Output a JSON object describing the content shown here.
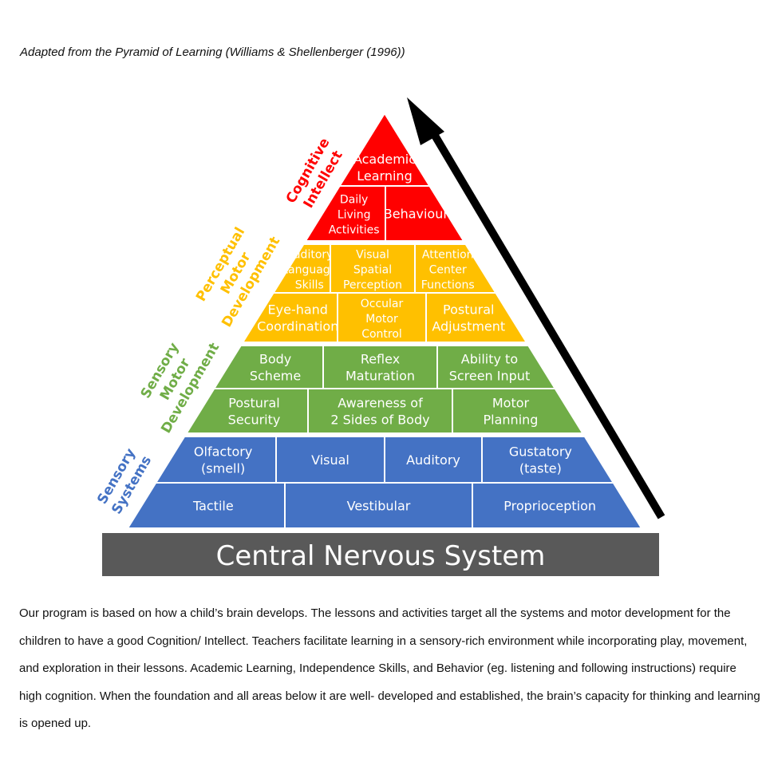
{
  "caption": "Adapted from the Pyramid of Learning (Williams & Shellenberger (1996))",
  "colors": {
    "cognitive": "#ff0000",
    "perceptual": "#ffc000",
    "sensory_motor": "#70ad47",
    "sensory_systems": "#4472c4",
    "base": "#595959",
    "arrow": "#000000"
  },
  "pyramid": {
    "levels": [
      {
        "id": "cognitive",
        "label_lines": [
          "Cognitive",
          "Intellect"
        ],
        "rows": [
          [
            {
              "lines": [
                "Academic",
                "Learning"
              ]
            }
          ],
          [
            {
              "lines": [
                "Daily",
                "Living",
                "Activities"
              ]
            },
            {
              "lines": [
                "Behaviour"
              ]
            }
          ]
        ]
      },
      {
        "id": "perceptual",
        "label_lines": [
          "Perceptual",
          "Motor",
          "Development"
        ],
        "rows": [
          [
            {
              "lines": [
                "Auditory",
                "Language",
                "Skills"
              ]
            },
            {
              "lines": [
                "Visual",
                "Spatial",
                "Perception"
              ]
            },
            {
              "lines": [
                "Attention",
                "Center",
                "Functions"
              ]
            }
          ],
          [
            {
              "lines": [
                "Eye-hand",
                "Coordination"
              ]
            },
            {
              "lines": [
                "Occular",
                "Motor",
                "Control"
              ]
            },
            {
              "lines": [
                "Postural",
                "Adjustment"
              ]
            }
          ]
        ]
      },
      {
        "id": "sensory_motor",
        "label_lines": [
          "Sensory",
          "Motor",
          "Development"
        ],
        "rows": [
          [
            {
              "lines": [
                "Body",
                "Scheme"
              ]
            },
            {
              "lines": [
                "Reflex",
                "Maturation"
              ]
            },
            {
              "lines": [
                "Ability to",
                "Screen Input"
              ]
            }
          ],
          [
            {
              "lines": [
                "Postural",
                "Security"
              ]
            },
            {
              "lines": [
                "Awareness of",
                "2 Sides of Body"
              ]
            },
            {
              "lines": [
                "Motor",
                "Planning"
              ]
            }
          ]
        ]
      },
      {
        "id": "sensory_systems",
        "label_lines": [
          "Sensory",
          "Systems"
        ],
        "rows": [
          [
            {
              "lines": [
                "Olfactory",
                "(smell)"
              ]
            },
            {
              "lines": [
                "Visual"
              ]
            },
            {
              "lines": [
                "Auditory"
              ]
            },
            {
              "lines": [
                "Gustatory",
                "(taste)"
              ]
            }
          ],
          [
            {
              "lines": [
                "Tactile"
              ]
            },
            {
              "lines": [
                "Vestibular"
              ]
            },
            {
              "lines": [
                "Proprioception"
              ]
            }
          ]
        ]
      }
    ],
    "base_label": "Central Nervous System"
  },
  "paragraph": "Our program is based on how a child’s brain develops. The lessons and activities target all the systems and motor development for the children to have a good Cognition/ Intellect. Teachers facilitate learning in a sensory-rich environment while incorporating play, movement, and exploration in their lessons. Academic Learning, Independence Skills, and Behavior (eg. listening and following instructions) require high cognition. When the foundation and all areas below it are well- developed and established, the brain’s capacity for thinking and learning is opened up."
}
